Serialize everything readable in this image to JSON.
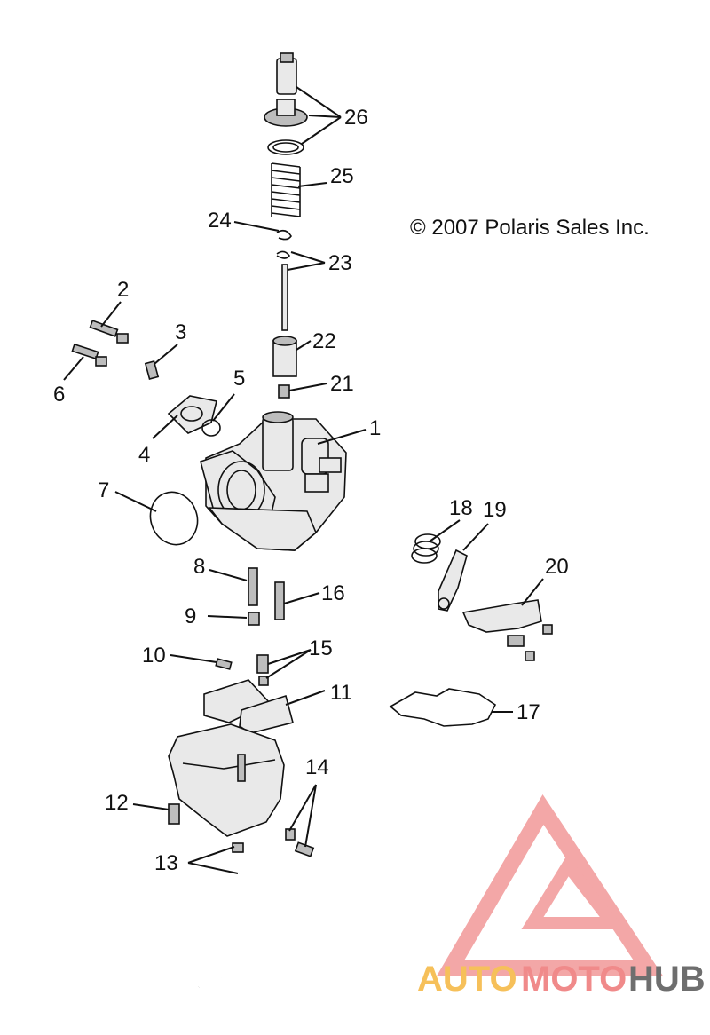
{
  "copyright": "© 2007 Polaris Sales Inc.",
  "callouts": [
    "1",
    "2",
    "3",
    "4",
    "5",
    "6",
    "7",
    "8",
    "9",
    "10",
    "11",
    "12",
    "13",
    "14",
    "15",
    "16",
    "17",
    "18",
    "19",
    "20",
    "21",
    "22",
    "23",
    "24",
    "25",
    "26"
  ],
  "watermark": {
    "part1": "AUTO",
    "part2": "MOTO",
    "part3": "HUB"
  },
  "colors": {
    "line": "#111111",
    "logo_red": "#f08a8a",
    "logo_yellow": "#f6c05a",
    "logo_gray": "#6e6e6e"
  }
}
